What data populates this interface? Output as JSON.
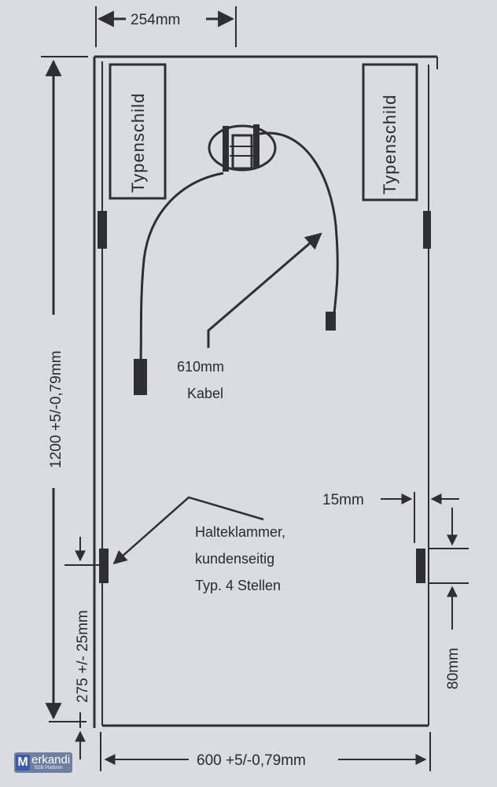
{
  "dimensions": {
    "top_width": "254mm",
    "total_height": "1200 +5/-0,79mm",
    "bottom_width": "600 +5/-0,79mm",
    "clip_offset": "275 +/- 25mm",
    "clip_gap": "15mm",
    "clip_length": "80mm"
  },
  "labels": {
    "plate_left": "Typenschild",
    "plate_right": "Typenschild",
    "cable_line1": "610mm",
    "cable_line2": "Kabel",
    "clip_line1": "Halteklammer,",
    "clip_line2": "kundenseitig",
    "clip_line3": "Typ. 4 Stellen"
  },
  "watermark": {
    "brand_initial": "M",
    "brand_rest": "erkandi",
    "tagline": "B2B Platform"
  },
  "colors": {
    "background": "#d9dde1",
    "line": "#2e2e33",
    "watermark": "#6f7fa0"
  }
}
